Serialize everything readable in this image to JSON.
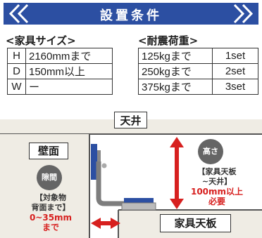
{
  "title": "設置条件",
  "furniture_size": {
    "label": "<家具サイズ>",
    "rows": [
      {
        "key": "H",
        "value": "2160mmまで"
      },
      {
        "key": "D",
        "value": "150mm以上"
      },
      {
        "key": "W",
        "value": "ー"
      }
    ]
  },
  "seismic_load": {
    "label": "<耐震荷重>",
    "rows": [
      {
        "weight": "125kgまで",
        "qty": "1set"
      },
      {
        "weight": "250kgまで",
        "qty": "2set"
      },
      {
        "weight": "375kgまで",
        "qty": "3set"
      }
    ]
  },
  "diagram": {
    "ceiling": "天井",
    "wall": "壁面",
    "furniture_top": "家具天板",
    "gap": {
      "badge": "隙間",
      "bracket_open": "【",
      "line1": "対象物",
      "line2": "背面まで",
      "bracket_close": "】",
      "range": "0~35mm",
      "range_unit": "まで"
    },
    "height": {
      "badge": "高さ",
      "bracket_open": "【",
      "line1": "家具天板",
      "line2": "~天井",
      "bracket_close": "】",
      "value": "100mm以上",
      "value_unit": "必要"
    }
  },
  "colors": {
    "banner": "#2c4fa2",
    "accent_red": "#d7201f",
    "badge": "#656565",
    "wall_fill": "#efece4",
    "bracket_blue": "#2c4fa2"
  }
}
